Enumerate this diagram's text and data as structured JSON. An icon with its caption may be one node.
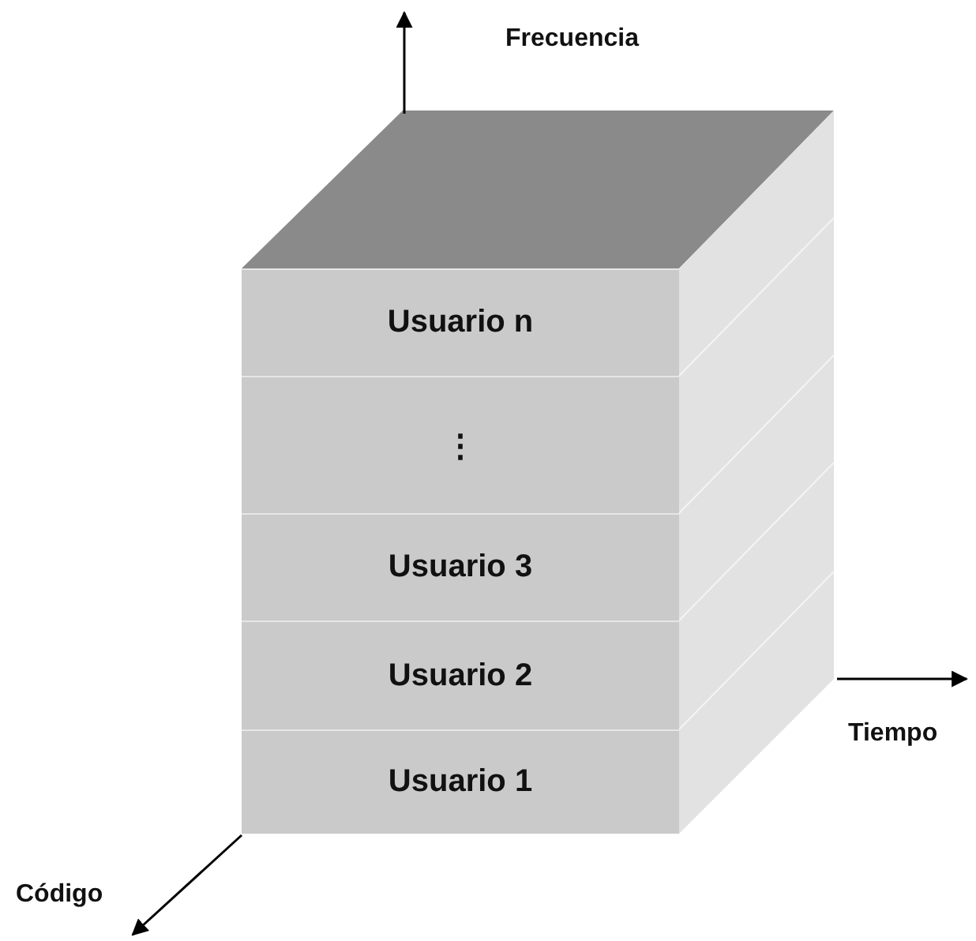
{
  "diagram": {
    "nodes": [
      {
        "text": [
          "Usuario n"
        ]
      },
      {
        "text": [
          "⋮"
        ]
      },
      {
        "text": [
          "Usuario 3"
        ]
      },
      {
        "text": [
          "Usuario 2"
        ]
      },
      {
        "text": [
          "Usuario 1"
        ]
      }
    ],
    "labels": [
      "Frecuencia",
      "Tiempo",
      "Código"
    ]
  }
}
